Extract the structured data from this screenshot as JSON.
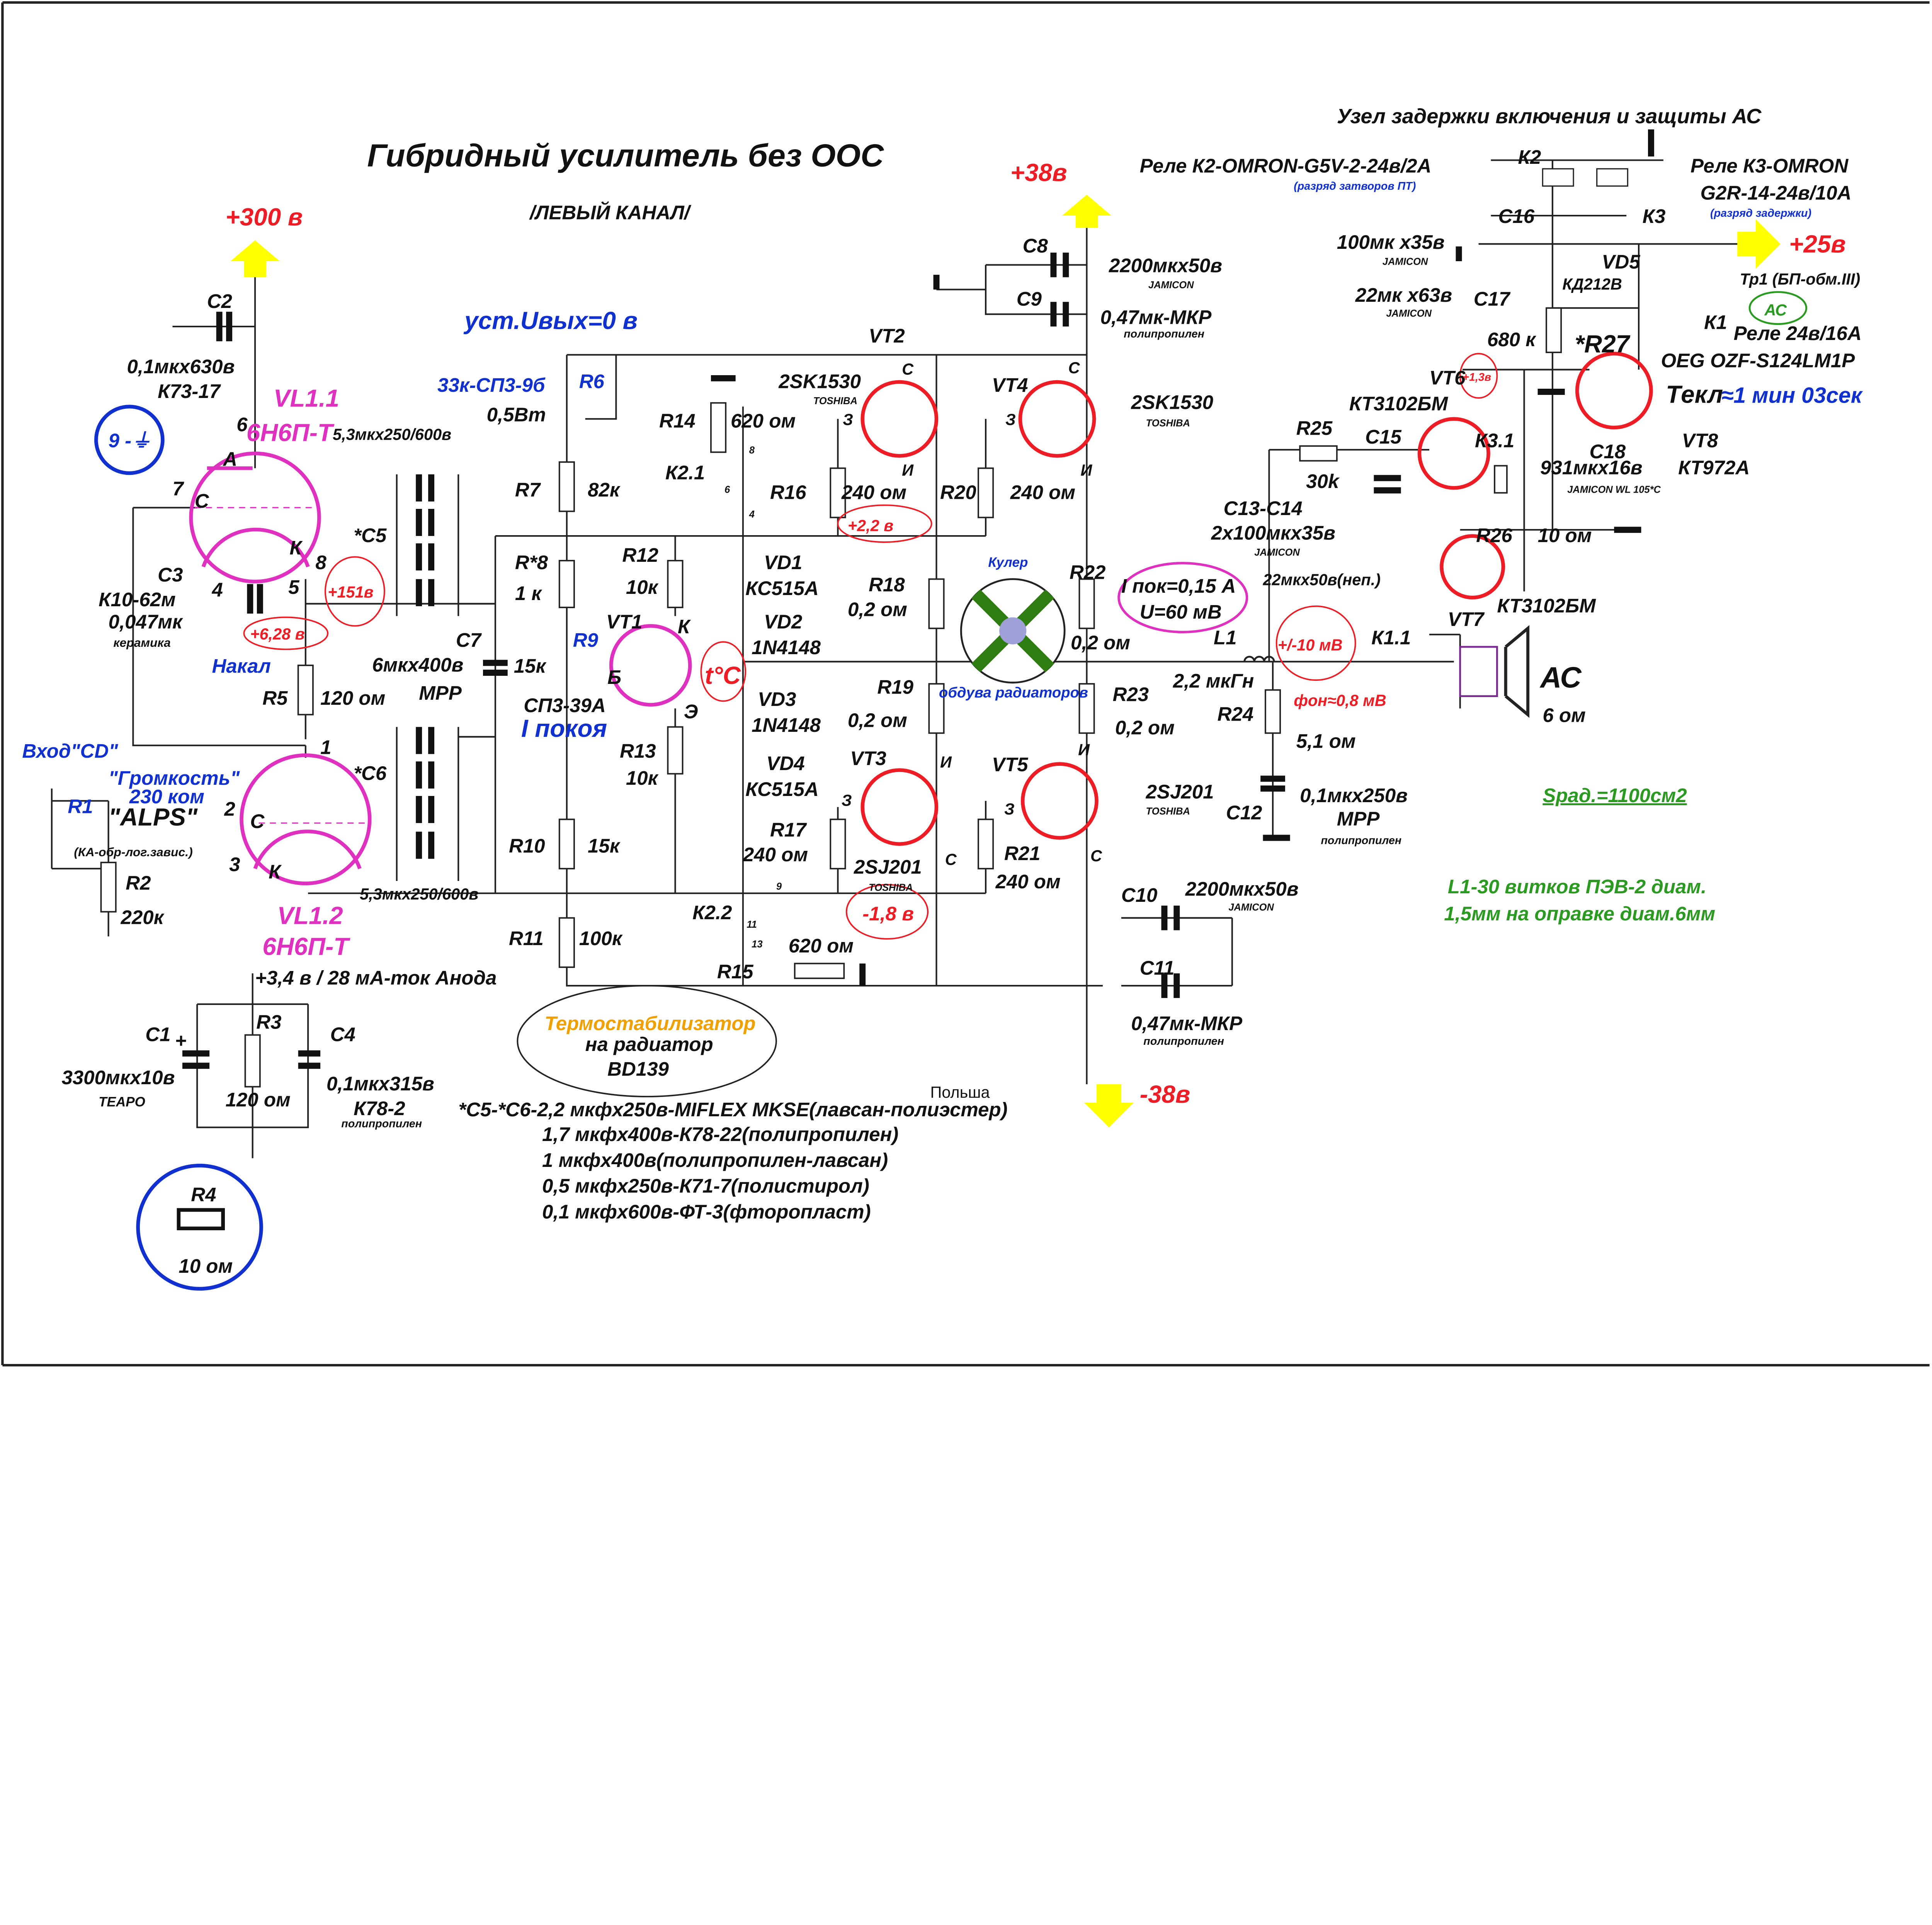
{
  "title": "Гибридный усилитель без ООС",
  "subtitle": "/ЛЕВЫЙ КАНАЛ/",
  "colors": {
    "supply_arrow": "#ffff00",
    "voltage_text": "#ee1c24",
    "tube": "#e030c0",
    "note_blue": "#1030d0",
    "note_green": "#2a9a20"
  },
  "supply": {
    "p300": "+300 в",
    "p38": "+38в",
    "m38": "-38в",
    "p25": "+25в"
  },
  "tube_stage": {
    "c2": "C2",
    "c2_val": "0,1мкх630в",
    "c2_type": "К73-17",
    "pin9": "9 -⏚",
    "vl11": "VL1.1",
    "vl11_type": "6Н6П-Т",
    "p6": "6",
    "pA": "А",
    "p7": "7",
    "pC": "С",
    "pK": "К",
    "p8": "8",
    "p4": "4",
    "p5": "5",
    "c3": "С3",
    "c3_type": "К10-62м",
    "c3_val": "0,047мк",
    "c3_mat": "керамика",
    "v151": "+151в",
    "v628": "+6,28 в",
    "nakal": "Накал",
    "r5": "R5",
    "r5_val": "120 ом",
    "p1": "1",
    "input": "Вход\"CD\"",
    "volume": "\"Громкость\"",
    "volume_val": "230 ком",
    "alps": "\"ALPS\"",
    "r1": "R1",
    "law": "(КА-обр-лог.завис.)",
    "p2": "2",
    "pC2": "С",
    "p3": "3",
    "pK2": "К",
    "r2": "R2",
    "r2_val": "220к",
    "vl12": "VL1.2",
    "vl12_type": "6Н6П-Т",
    "anode": "+3,4 в / 28 мА-ток Анода",
    "c1": "С1",
    "c1_plus": "+",
    "c1_val": "3300мкх10в",
    "c1_brand": "TEAPO",
    "r3": "R3",
    "r3_val": "120 ом",
    "c4": "С4",
    "c4_val": "0,1мкх315в",
    "c4_type": "К78-2",
    "c4_mat": "полипропилен",
    "r4": "R4",
    "r4_val": "10 ом",
    "c5_val": "5,3мкх250/600в",
    "c5": "*C5",
    "c6": "*C6",
    "c6_val": "5,3мкх250/600в",
    "c7": "С7",
    "c7_val": "6мкх400в",
    "c7_type": "МРР"
  },
  "bias": {
    "set_out": "уст.Uвых=0 в",
    "r6_val": "33к-СП3-9б",
    "r6": "R6",
    "r6_pow": "0,5Вт",
    "r7": "R7",
    "r7_val": "82к",
    "r8": "R*8",
    "r8_val": "1 к",
    "r9": "R9",
    "r9_val": "15к",
    "r9_type": "СП3-39А",
    "iq": "I покоя",
    "r12": "R12",
    "r12_val": "10к",
    "vt1": "VT1",
    "vt1_k": "К",
    "vt1_b": "Б",
    "vt1_e": "Э",
    "tc": "t°C",
    "r13": "R13",
    "r13_val": "10к",
    "r10": "R10",
    "r10_val": "15к",
    "r11": "R11",
    "r11_val": "100к",
    "r14": "R14",
    "r14_val": "620 ом",
    "k21": "К2.1",
    "k21_p8": "8",
    "k21_p6": "6",
    "k21_p4": "4",
    "vd1": "VD1",
    "vd1_type": "КС515А",
    "vd2": "VD2",
    "vd2_type": "1N4148",
    "vd3": "VD3",
    "vd3_type": "1N4148",
    "vd4": "VD4",
    "vd4_type": "КС515А",
    "k22": "К2.2",
    "k22_p9": "9",
    "k22_p11": "11",
    "k22_p13": "13",
    "r15_val": "620 ом",
    "r15": "R15",
    "thermo1": "Термостабилизатор",
    "thermo2": "на радиатор",
    "thermo3": "BD139"
  },
  "output_stage": {
    "vt2": "VT2",
    "vt2_type": "2SK1530",
    "vt2_brand": "TOSHIBA",
    "vt2_c": "С",
    "vt2_g": "З",
    "vt2_s": "И",
    "r16": "R16",
    "r16_val": "240 ом",
    "v22": "+2,2 в",
    "vt4": "VT4",
    "vt4_type": "2SK1530",
    "vt4_brand": "TOSHIBA",
    "vt4_c": "С",
    "vt4_g": "З",
    "vt4_s": "И",
    "r20": "R20",
    "r20_val": "240 ом",
    "r18": "R18",
    "r18_val": "0,2 ом",
    "r22": "R22",
    "r22_val": "0,2 ом",
    "cooler": "Кулер",
    "airflow": "обдува радиаторов",
    "r19": "R19",
    "r19_val": "0,2 ом",
    "r23": "R23",
    "r23_val": "0,2 ом",
    "vt3": "VT3",
    "vt3_type": "2SJ201",
    "vt3_brand": "TOSHIBA",
    "vt3_s": "И",
    "vt3_g": "З",
    "vt3_c": "С",
    "r17": "R17",
    "r17_val": "240 ом",
    "v18": "-1,8 в",
    "vt5": "VT5",
    "vt5_type": "2SJ201",
    "vt5_brand": "TOSHIBA",
    "vt5_s": "И",
    "vt5_g": "З",
    "vt5_c": "С",
    "r21": "R21",
    "r21_val": "240 ом",
    "c8": "С8",
    "c8_val": "2200мкх50в",
    "c8_brand": "JAMICON",
    "c9": "С9",
    "c9_val": "0,47мк-МКР",
    "c9_mat": "полипропилен",
    "c10": "С10",
    "c10_val": "2200мкх50в",
    "c10_brand": "JAMICON",
    "c11": "С11",
    "c11_val": "0,47мк-МКР",
    "c11_mat": "полипропилен",
    "iq1": "I пок=0,15 А",
    "iq2": "U=60 мВ",
    "l1": "L1",
    "l1_val": "2,2 мкГн",
    "offset": "+/-10 мВ",
    "k11": "К1.1",
    "r24": "R24",
    "r24_val": "5,1 ом",
    "hum": "фон≈0,8 мВ",
    "c12": "С12",
    "c12_val": "0,1мкх250в",
    "c12_type": "МРР",
    "c12_mat": "полипропилен",
    "ac": "АС",
    "ac_val": "6 ом",
    "srad": "Sрад.=1100см2",
    "l1_note1": "L1-30 витков ПЭВ-2 диам.",
    "l1_note2": "1,5мм на оправке диам.6мм"
  },
  "protection": {
    "title": "Узел задержки включения и защиты АС",
    "k2_name": "Реле К2-OMRON-G5V-2-24в/2А",
    "k2_note": "(разряд затворов ПТ)",
    "k2": "К2",
    "k3_name1": "Реле К3-OMRON",
    "k3_name2": "G2R-14-24в/10А",
    "k3_note": "(разряд задержки)",
    "k3": "К3",
    "c16": "С16",
    "c16_val": "100мк х35в",
    "c16_brand": "JAMICON",
    "c17": "С17",
    "c17_val": "22мк х63в",
    "c17_brand": "JAMICON",
    "vd5": "VD5",
    "vd5_type": "КД212В",
    "tr1": "Тр1 (БП-обм.III)",
    "ac": "АС",
    "k1": "К1",
    "k1_name": "Реле 24в/16А",
    "k1_type": "OEG  OZF-S124LM1P",
    "r27_val": "680 к",
    "r27": "*R27",
    "vt6": "VT6",
    "vt6_type": "КТ3102БМ",
    "v13": "+1,3в",
    "ton": "Tекл",
    "ton_val": "≈1 мин 03сек",
    "r25": "R25",
    "r25_val": "30k",
    "c15": "С15",
    "c18": "С18",
    "c18_val": "931мкх16в",
    "c18_brand": "JAMICON WL 105*C",
    "vt8": "VT8",
    "vt8_type": "КТ972А",
    "k31": "К3.1",
    "c1314": "С13-С14",
    "c1314_val": "2x100мкх35в",
    "c1314_brand": "JAMICON",
    "c15_val": "22мкх50в(неп.)",
    "r26": "R26",
    "r26_val": "10 ом",
    "vt7": "VT7",
    "vt7_type": "КТ3102БМ"
  },
  "notes": {
    "poland": "Польша",
    "lines": [
      "*C5-*C6-2,2 мкфх250в-MIFLEX MKSE(лавсан-полиэстер)",
      "1,7 мкфх400в-К78-22(полипропилен)",
      "1 мкфх400в(полипропилен-лавсан)",
      "0,5 мкфх250в-К71-7(полистирол)",
      "0,1 мкфх600в-ФТ-3(фторопласт)"
    ]
  }
}
